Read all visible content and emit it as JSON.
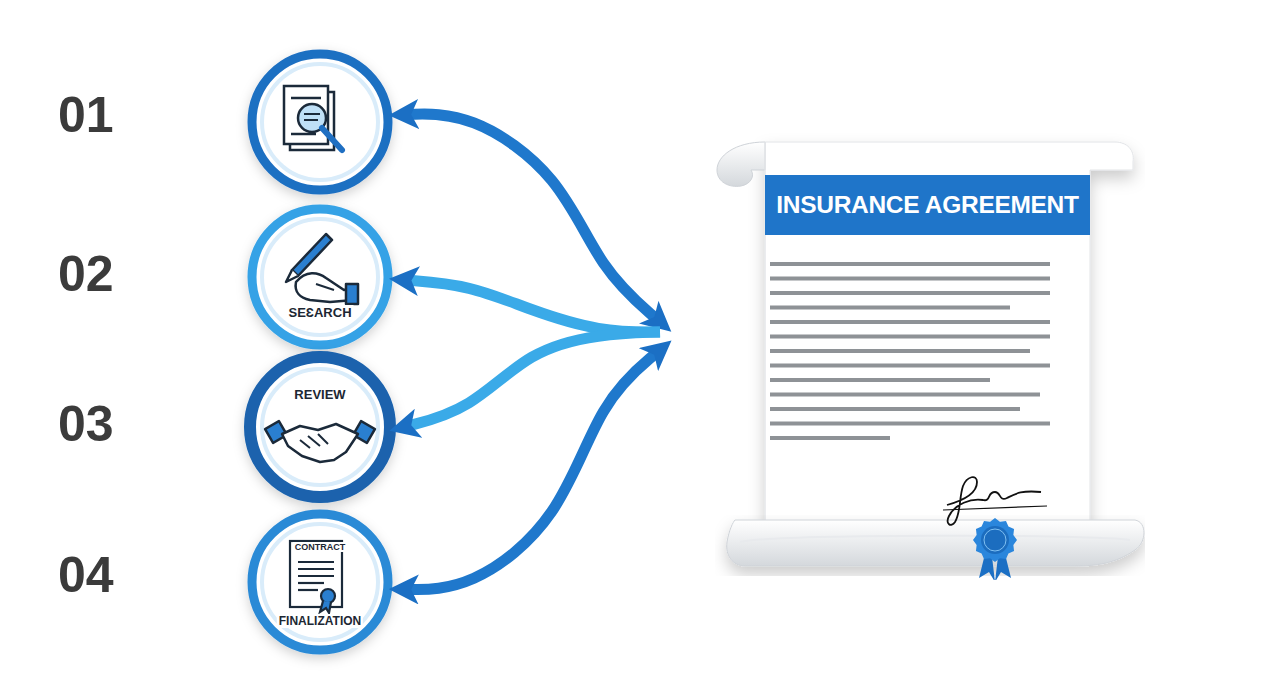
{
  "diagram": {
    "nodes": [
      {
        "text": [
          "01"
        ]
      },
      {
        "text": [
          "02",
          "SEƐARCH"
        ]
      },
      {
        "text": [
          "03",
          "REVIEW"
        ]
      },
      {
        "text": [
          "04",
          "CONTRACT",
          "FINALIZATION"
        ]
      },
      {
        "text": [
          "INSURANCE AGREEMENT"
        ]
      }
    ],
    "edges": [
      {
        "from": 0,
        "to": 4,
        "arrow": "both"
      },
      {
        "from": 4,
        "to": 1,
        "arrow": "to"
      },
      {
        "from": 4,
        "to": 2,
        "arrow": "to"
      },
      {
        "from": 3,
        "to": 4,
        "arrow": "both"
      }
    ]
  }
}
